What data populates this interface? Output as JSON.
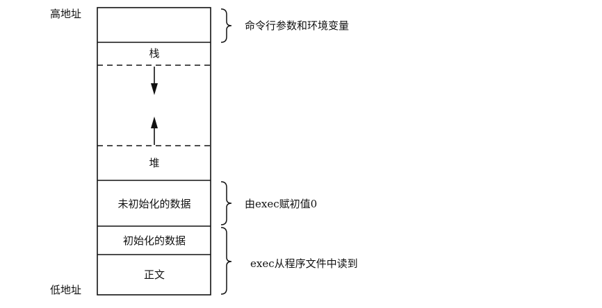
{
  "addresses": {
    "high": "高地址",
    "low": "低地址"
  },
  "segments": {
    "args_env": "",
    "stack": "栈",
    "heap": "堆",
    "bss": "未初始化的数据",
    "data": "初始化的数据",
    "text": "正文"
  },
  "annotations": {
    "args_env": "命令行参数和环境变量",
    "bss": "由exec赋初值0",
    "data_text": "exec从程序文件中读到"
  }
}
